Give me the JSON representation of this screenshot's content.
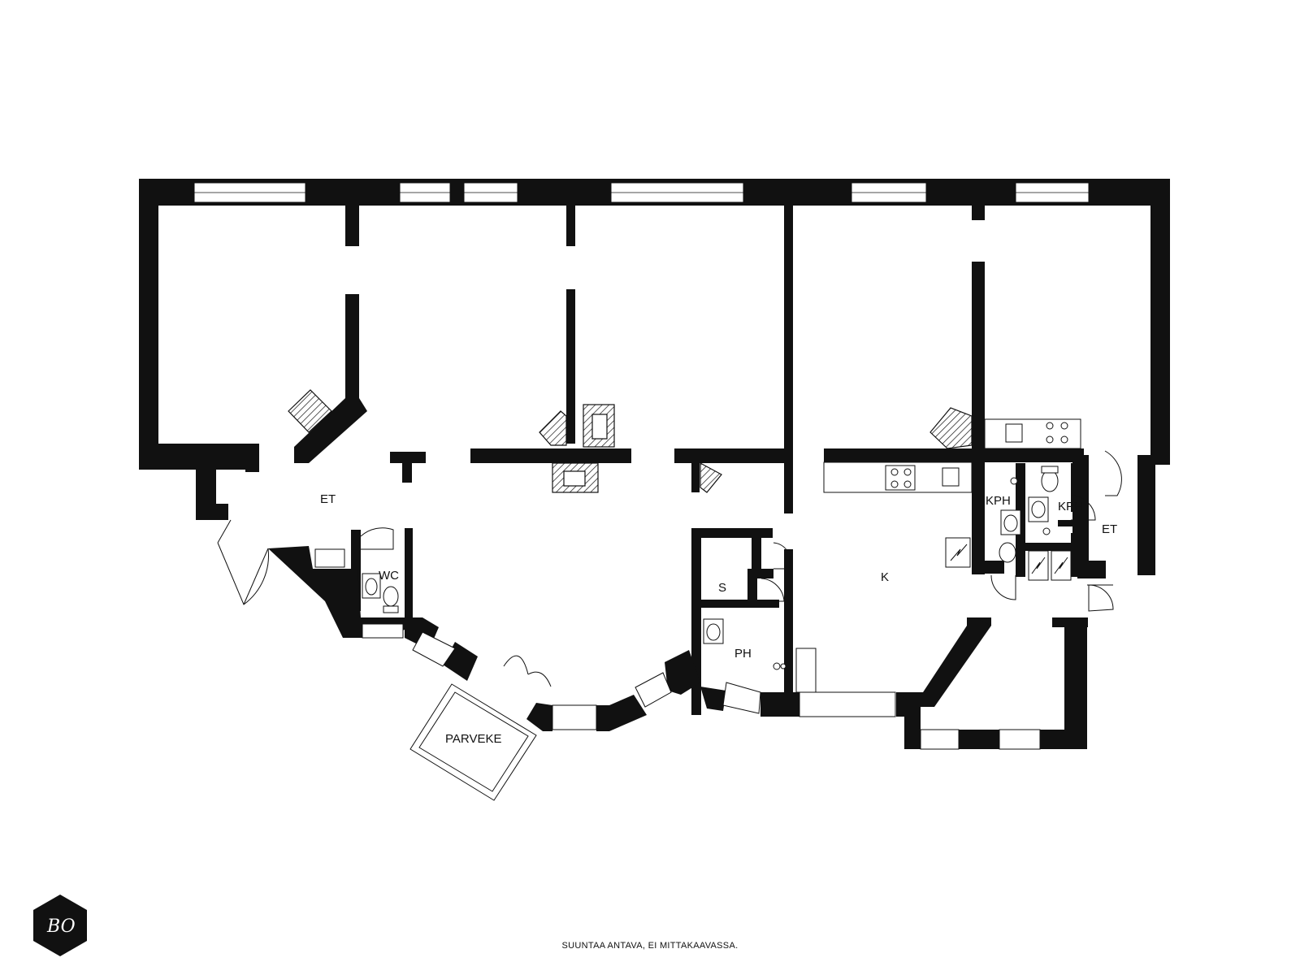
{
  "rooms": {
    "et_main": "ET",
    "wc": "WC",
    "parveke": "PARVEKE",
    "s": "S",
    "ph": "PH",
    "k": "K",
    "kph_1": "KPH",
    "kph_2": "KPH",
    "et_side": "ET"
  },
  "footer": {
    "note": "SUUNTAA ANTAVA, EI MITTAKAAVASSA."
  },
  "logo": {
    "text": "BO"
  },
  "colors": {
    "wall": "#111111",
    "background": "#ffffff",
    "window": "#ffffff"
  }
}
